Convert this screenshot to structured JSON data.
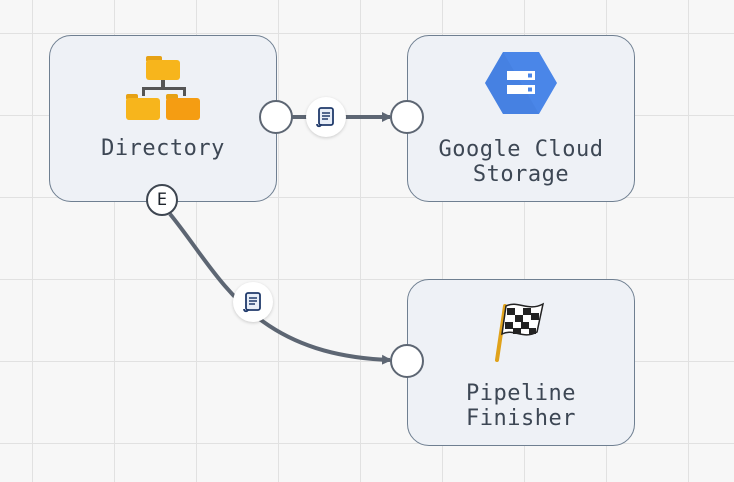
{
  "nodes": {
    "directory": {
      "label": "Directory",
      "port_badge": "E"
    },
    "gcs": {
      "label": "Google Cloud\nStorage"
    },
    "finisher": {
      "label": "Pipeline\nFinisher"
    }
  },
  "colors": {
    "edge": "#5d6673",
    "node_fill": "#eef1f6",
    "node_border": "#6f7f91",
    "gcs_hex": "#4a86e8",
    "folder": "#f7b51c"
  },
  "icons": {
    "directory": "folder-tree-icon",
    "gcs": "google-cloud-storage-icon",
    "finisher": "checkered-flag-icon",
    "edge_badge": "scroll-document-icon"
  }
}
